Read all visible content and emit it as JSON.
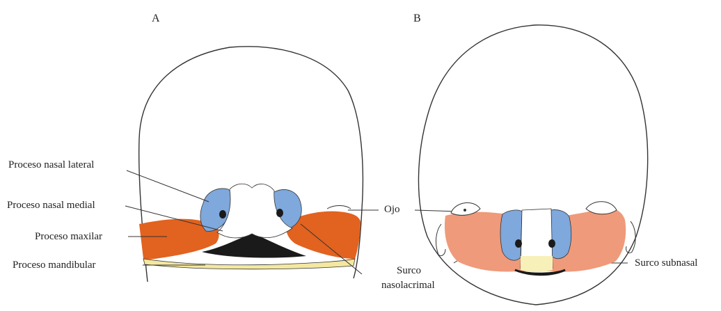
{
  "panels": {
    "a": {
      "letter": "A"
    },
    "b": {
      "letter": "B"
    }
  },
  "labels": {
    "lateral_nasal": "Proceso nasal lateral",
    "medial_nasal": "Proceso nasal medial",
    "maxillary": "Proceso maxilar",
    "mandibular": "Proceso mandibular",
    "eye": "Ojo",
    "nasolacrimal_line1": "Surco",
    "nasolacrimal_line2": "nasolacrimal",
    "subnasal": "Surco subnasal"
  },
  "colors": {
    "nasal": "#7fa8dc",
    "maxillary_a": "#e2621f",
    "maxillary_b": "#ef9a7a",
    "mouth": "#1a1a1a",
    "mandibular_fill": "#f4e8a0"
  }
}
